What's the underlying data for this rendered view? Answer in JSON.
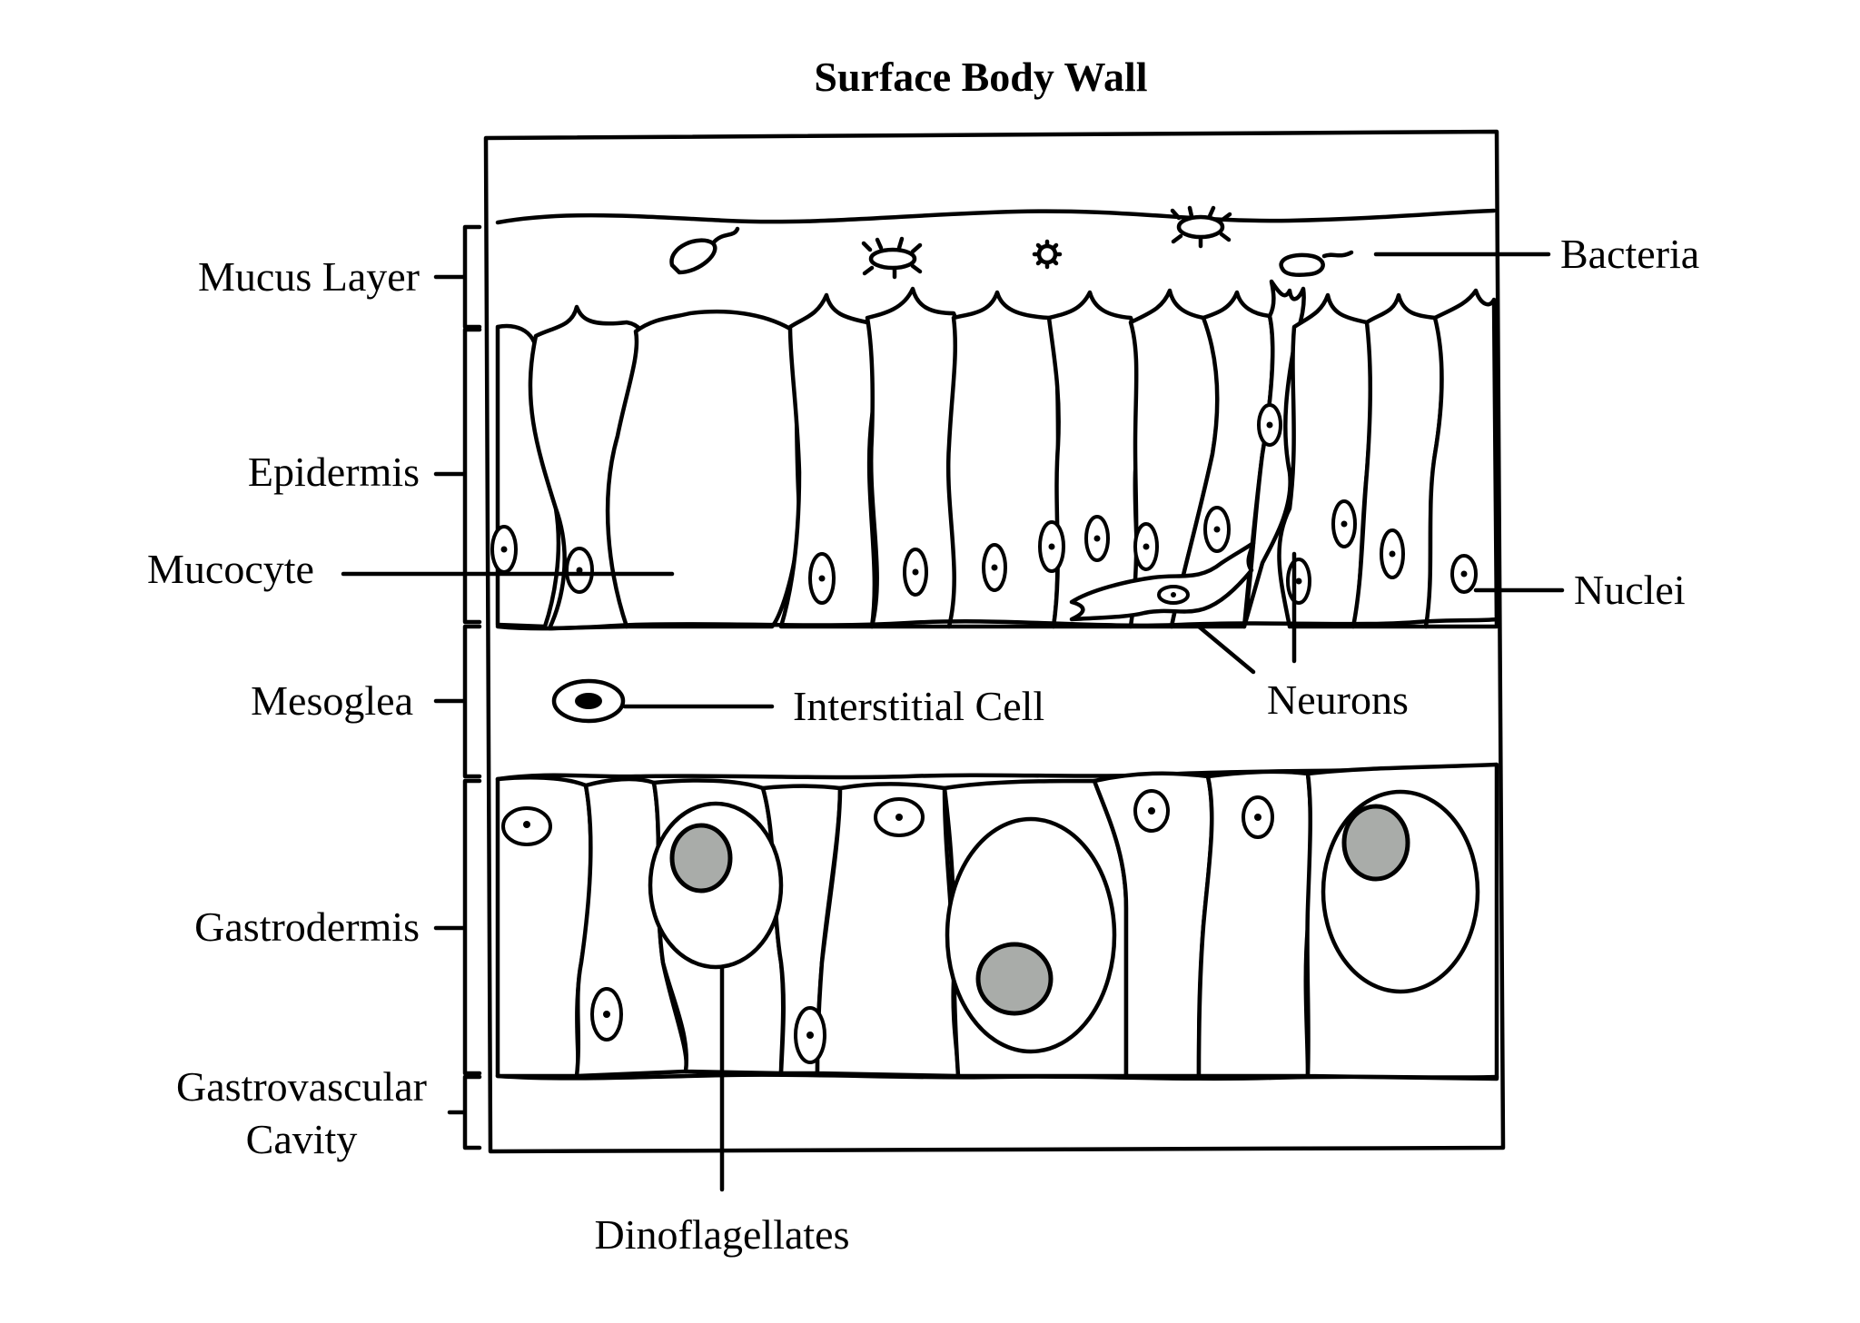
{
  "diagram": {
    "title": "Surface Body Wall",
    "layers": {
      "mucus": "Mucus Layer",
      "epidermis": "Epidermis",
      "mesoglea": "Mesoglea",
      "gastrodermis": "Gastrodermis",
      "cavity_line1": "Gastrovascular",
      "cavity_line2": "Cavity"
    },
    "callouts": {
      "bacteria": "Bacteria",
      "mucocyte": "Mucocyte",
      "nuclei": "Nuclei",
      "interstitial": "Interstitial Cell",
      "neurons": "Neurons",
      "dinoflagellates": "Dinoflagellates"
    }
  }
}
